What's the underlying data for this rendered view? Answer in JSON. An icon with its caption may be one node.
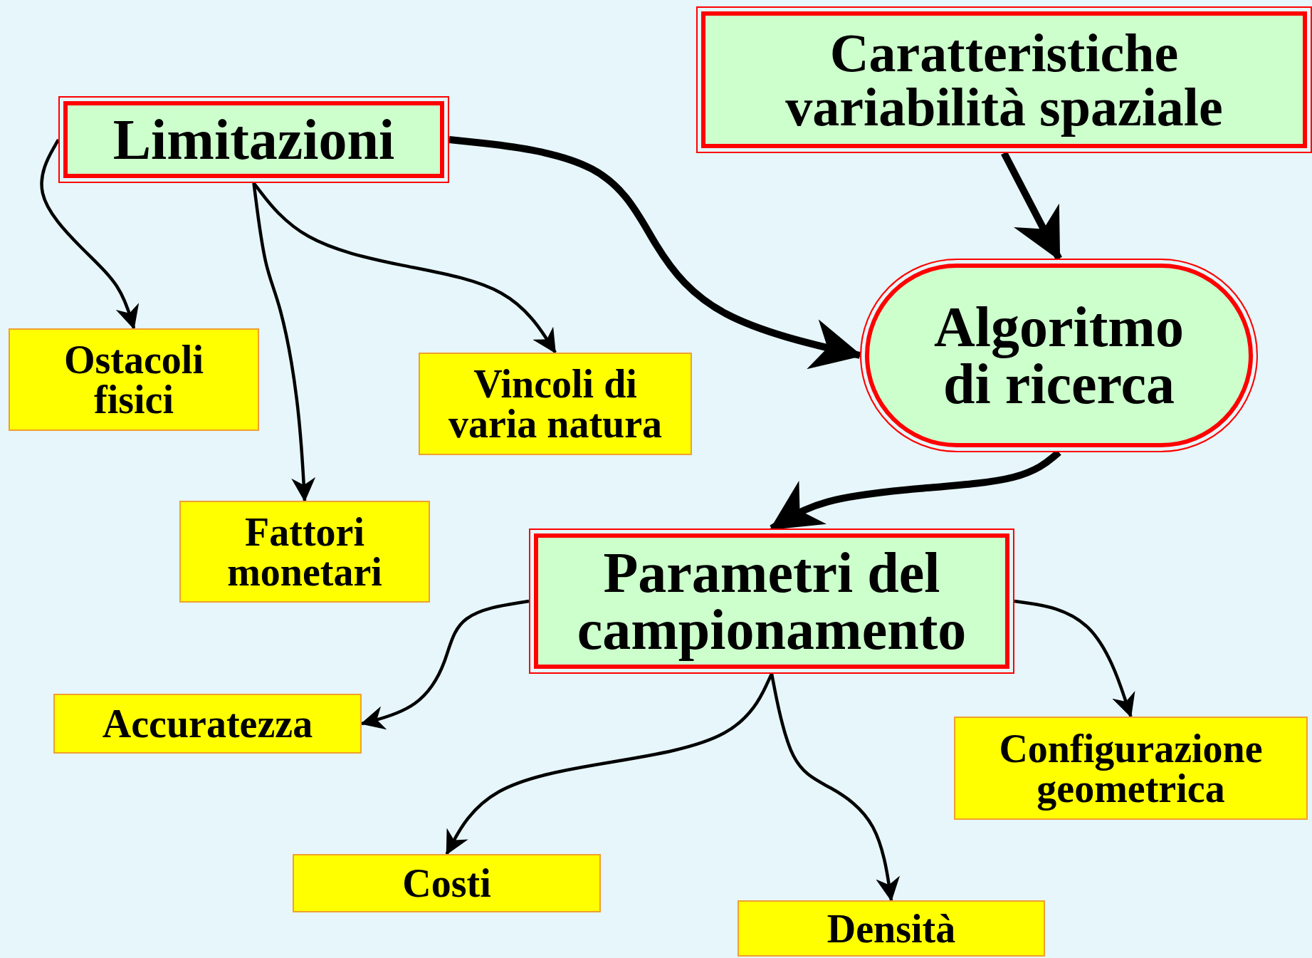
{
  "diagram": {
    "nodes": [
      {
        "text": [
          "Limitazioni"
        ]
      },
      {
        "text": [
          "Caratteristiche variabilità spaziale"
        ]
      },
      {
        "text": [
          "Ostacoli fisici"
        ]
      },
      {
        "text": [
          "Fattori monetari"
        ]
      },
      {
        "text": [
          "Vincoli di varia natura"
        ]
      },
      {
        "text": [
          "Algoritmo di ricerca"
        ]
      },
      {
        "text": [
          "Parametri del campionamento"
        ]
      },
      {
        "text": [
          "Accuratezza"
        ]
      },
      {
        "text": [
          "Configurazione geometrica"
        ]
      },
      {
        "text": [
          "Costi"
        ]
      },
      {
        "text": [
          "Densità"
        ]
      }
    ],
    "edges": [
      {
        "from": 0,
        "to": 2,
        "arrow": "to"
      },
      {
        "from": 0,
        "to": 3,
        "arrow": "to"
      },
      {
        "from": 0,
        "to": 4,
        "arrow": "to"
      },
      {
        "from": 0,
        "to": 5,
        "arrow": "to",
        "style": "thick"
      },
      {
        "from": 1,
        "to": 5,
        "arrow": "to",
        "style": "thick"
      },
      {
        "from": 5,
        "to": 6,
        "arrow": "to",
        "style": "thick"
      },
      {
        "from": 6,
        "to": 7,
        "arrow": "to"
      },
      {
        "from": 6,
        "to": 9,
        "arrow": "to"
      },
      {
        "from": 6,
        "to": 10,
        "arrow": "to"
      },
      {
        "from": 6,
        "to": 8,
        "arrow": "to"
      }
    ]
  }
}
